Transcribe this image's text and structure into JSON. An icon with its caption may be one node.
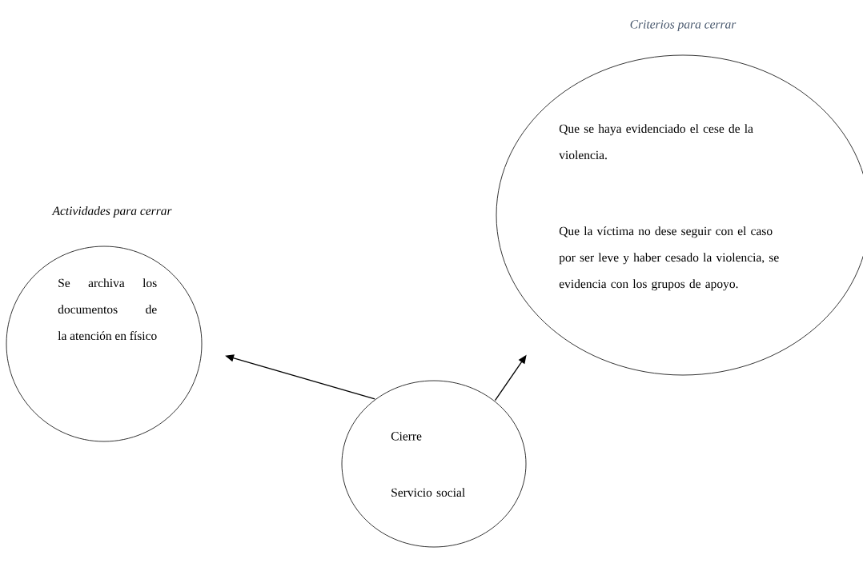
{
  "diagram": {
    "nodes": [
      {
        "text": [
          "Actividades para cerrar",
          "Se archiva los documentos de la atención en físico"
        ]
      },
      {
        "text": [
          "Criterios para cerrar",
          "Que se haya evidenciado el cese de la violencia.",
          "Que la víctima no dese seguir con el caso por ser leve y haber cesado la violencia, se evidencia con los grupos de apoyo."
        ]
      },
      {
        "text": [
          "Cierre",
          "Servicio social"
        ]
      }
    ],
    "edges": [
      {
        "from": 2,
        "to": 0,
        "arrow": "to"
      },
      {
        "from": 2,
        "to": 1,
        "arrow": "to"
      }
    ]
  }
}
